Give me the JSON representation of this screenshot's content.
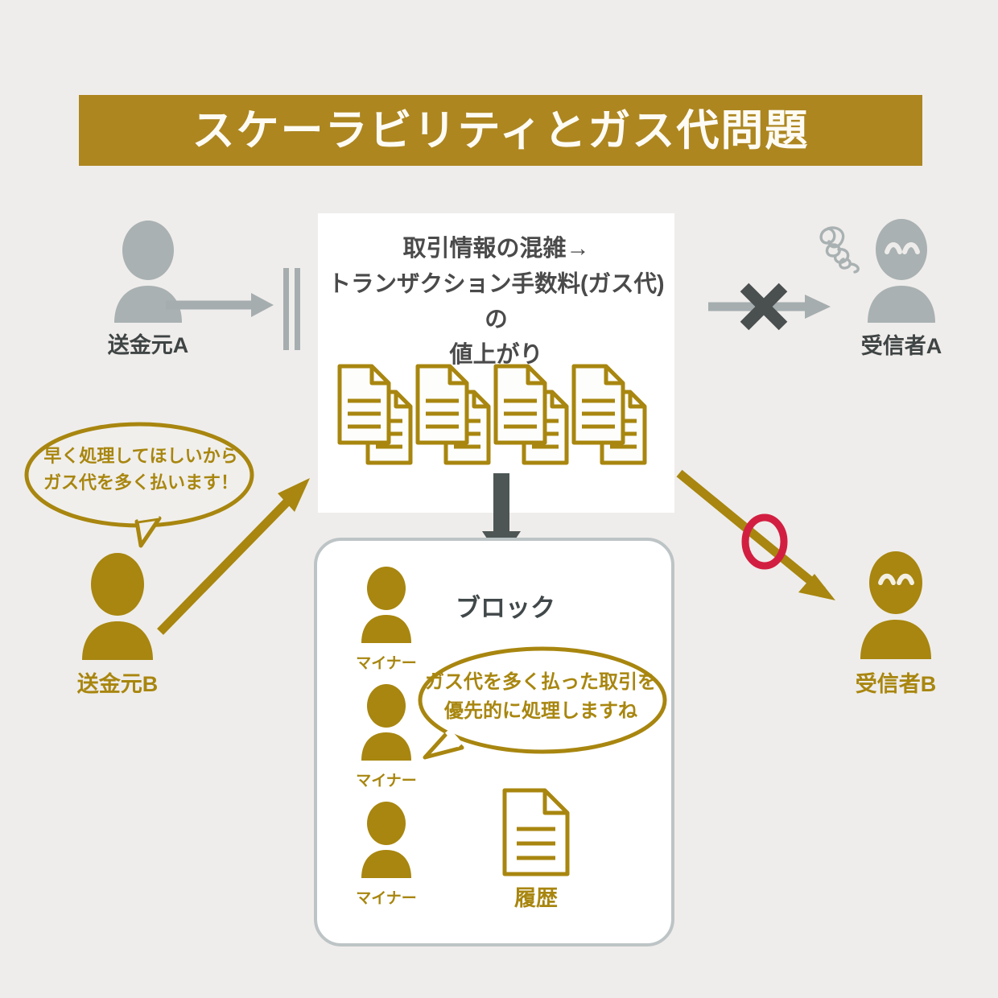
{
  "page": {
    "background_color": "#efedeb",
    "accent_gold": "#a8860f",
    "banner_gold": "#ad8620",
    "gray_icon": "#a9b1b2",
    "dark_gray": "#4a4f50",
    "red": "#d21f41",
    "white": "#ffffff"
  },
  "title": {
    "text": "スケーラビリティとガス代問題"
  },
  "congestion": {
    "line1": "取引情報の混雑→",
    "line2": "トランザクション手数料(ガス代)の",
    "line3": "値上がり",
    "documents_count": 4
  },
  "actors": {
    "sender_a": {
      "label": "送金元A",
      "mood": "neutral",
      "color": "gray"
    },
    "receiver_a": {
      "label": "受信者A",
      "mood": "sad",
      "color": "gray"
    },
    "sender_b": {
      "label": "送金元B",
      "mood": "neutral",
      "color": "gold"
    },
    "receiver_b": {
      "label": "受信者B",
      "mood": "happy",
      "color": "gold"
    }
  },
  "bubbles": {
    "sender_b": {
      "line1": "早く処理してほしいから",
      "line2": "ガス代を多く払います！"
    },
    "miner": {
      "line1": "ガス代を多く払った取引を",
      "line2": "優先的に処理しますね"
    }
  },
  "block": {
    "label": "ブロック",
    "miners": [
      {
        "label": "マイナー"
      },
      {
        "label": "マイナー"
      },
      {
        "label": "マイナー"
      }
    ],
    "history": {
      "label": "履歴"
    }
  },
  "markers": {
    "blocked_cross": "×",
    "allowed_circle": "○"
  }
}
